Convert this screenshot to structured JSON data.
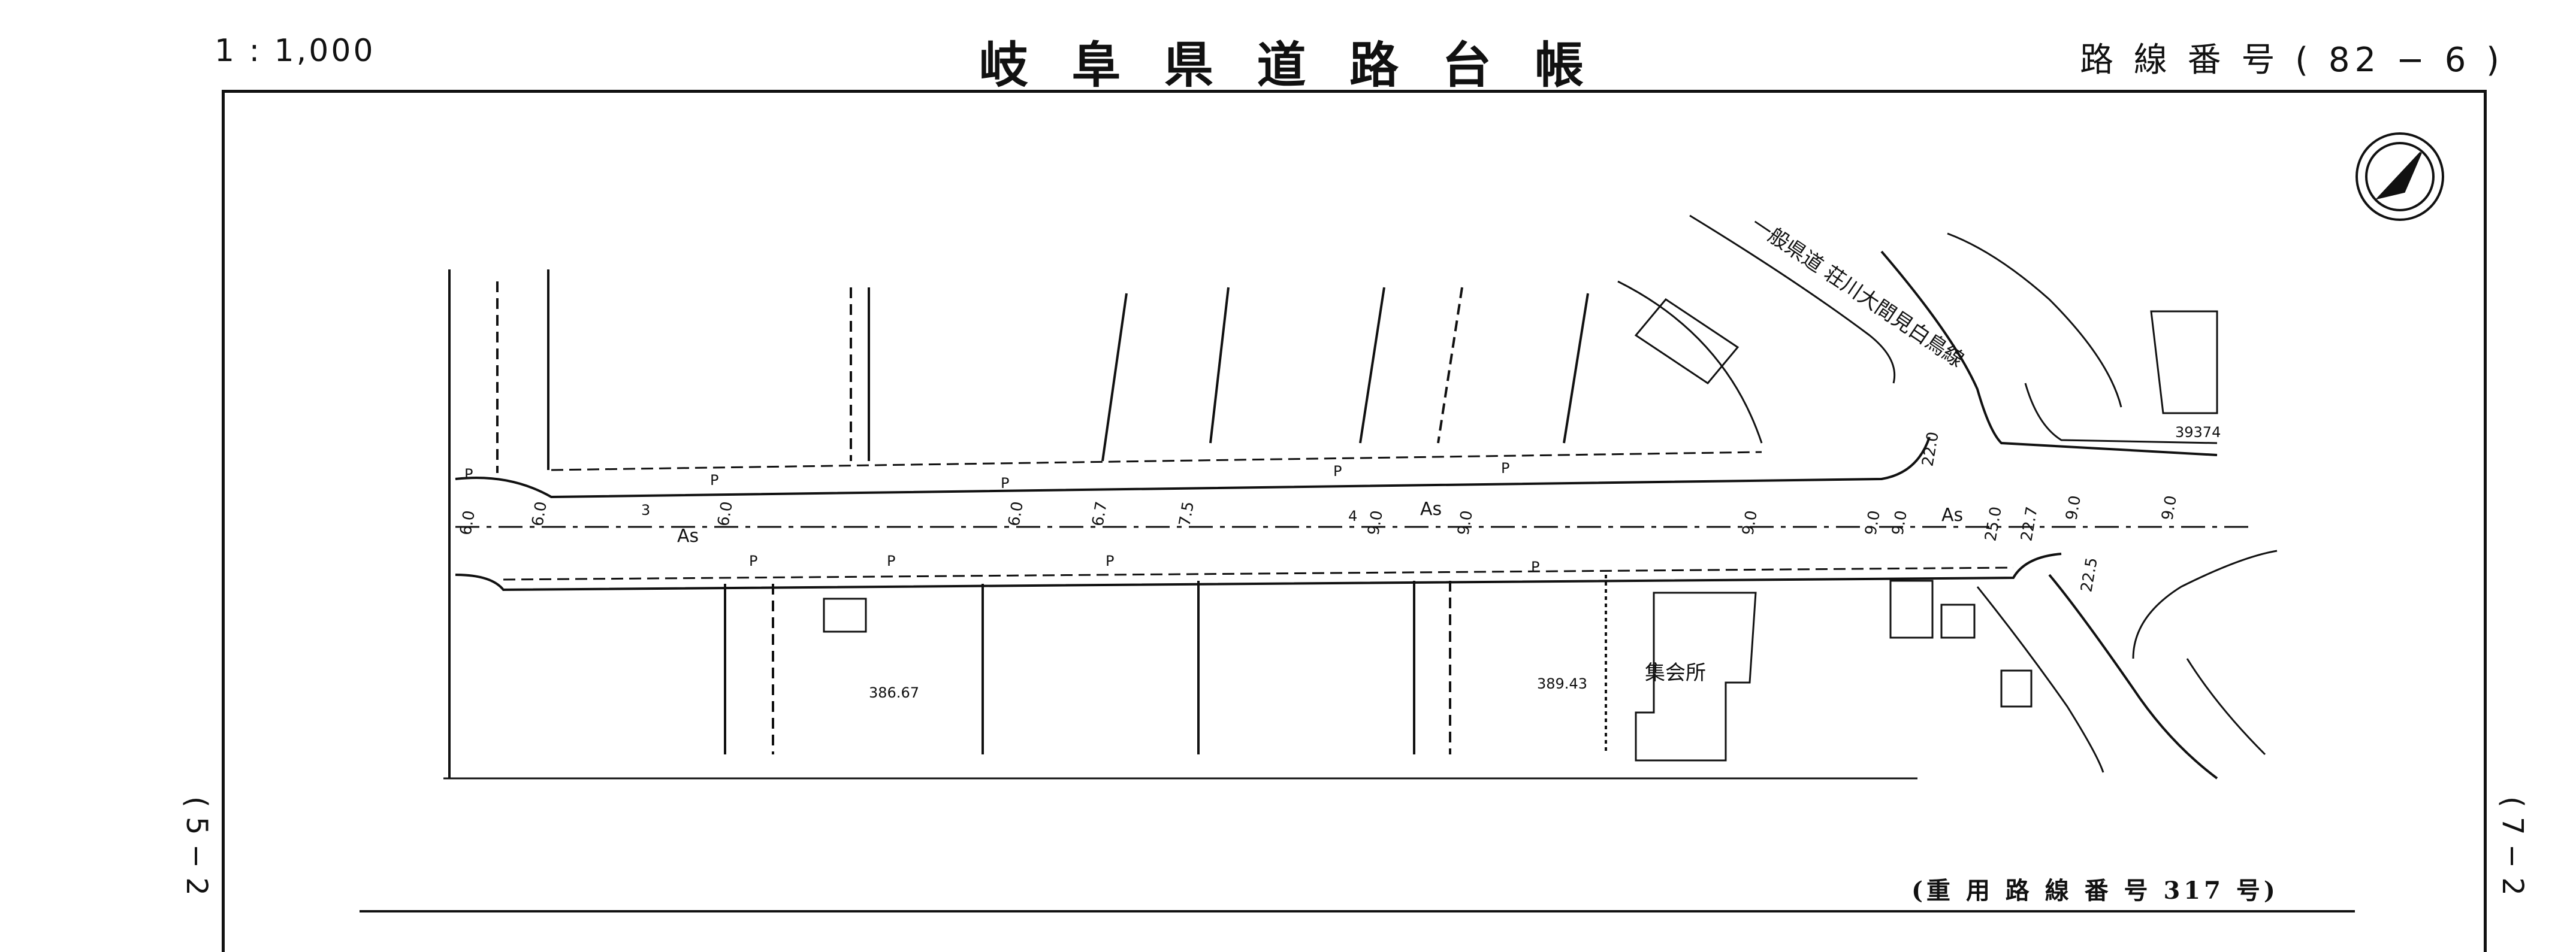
{
  "header": {
    "scale": "1 : 1,000",
    "title": "岐 阜 県 道 路 台 帳",
    "route_number": "路 線 番 号 ( 82 − 6 )"
  },
  "map": {
    "road_label": "一般県道 荘川大間見白鳥線",
    "building_label": "集会所",
    "surface_labels": [
      "As",
      "As",
      "As"
    ],
    "elevations": [
      "386.67",
      "389.43",
      "39374"
    ],
    "widths": [
      "6.0",
      "6.0",
      "6.0",
      "6.0",
      "6.7",
      "7.5",
      "9.0",
      "9.0",
      "9.0",
      "9.0",
      "9.0",
      "25.0",
      "22.7",
      "22.0",
      "22.5",
      "9.0",
      "9.0"
    ],
    "misc_numbers": [
      "3",
      "4"
    ],
    "parking_marks": [
      "P",
      "P",
      "P",
      "P",
      "P",
      "P",
      "P",
      "P",
      "P"
    ],
    "north_arrow_icon": "north-arrow-icon"
  },
  "footer": {
    "duplicate_route": "(重 用 路 線 番 号 317 号)"
  },
  "margins": {
    "left_ref": "(  5  −  2",
    "right_ref": "(  7  −  2"
  }
}
